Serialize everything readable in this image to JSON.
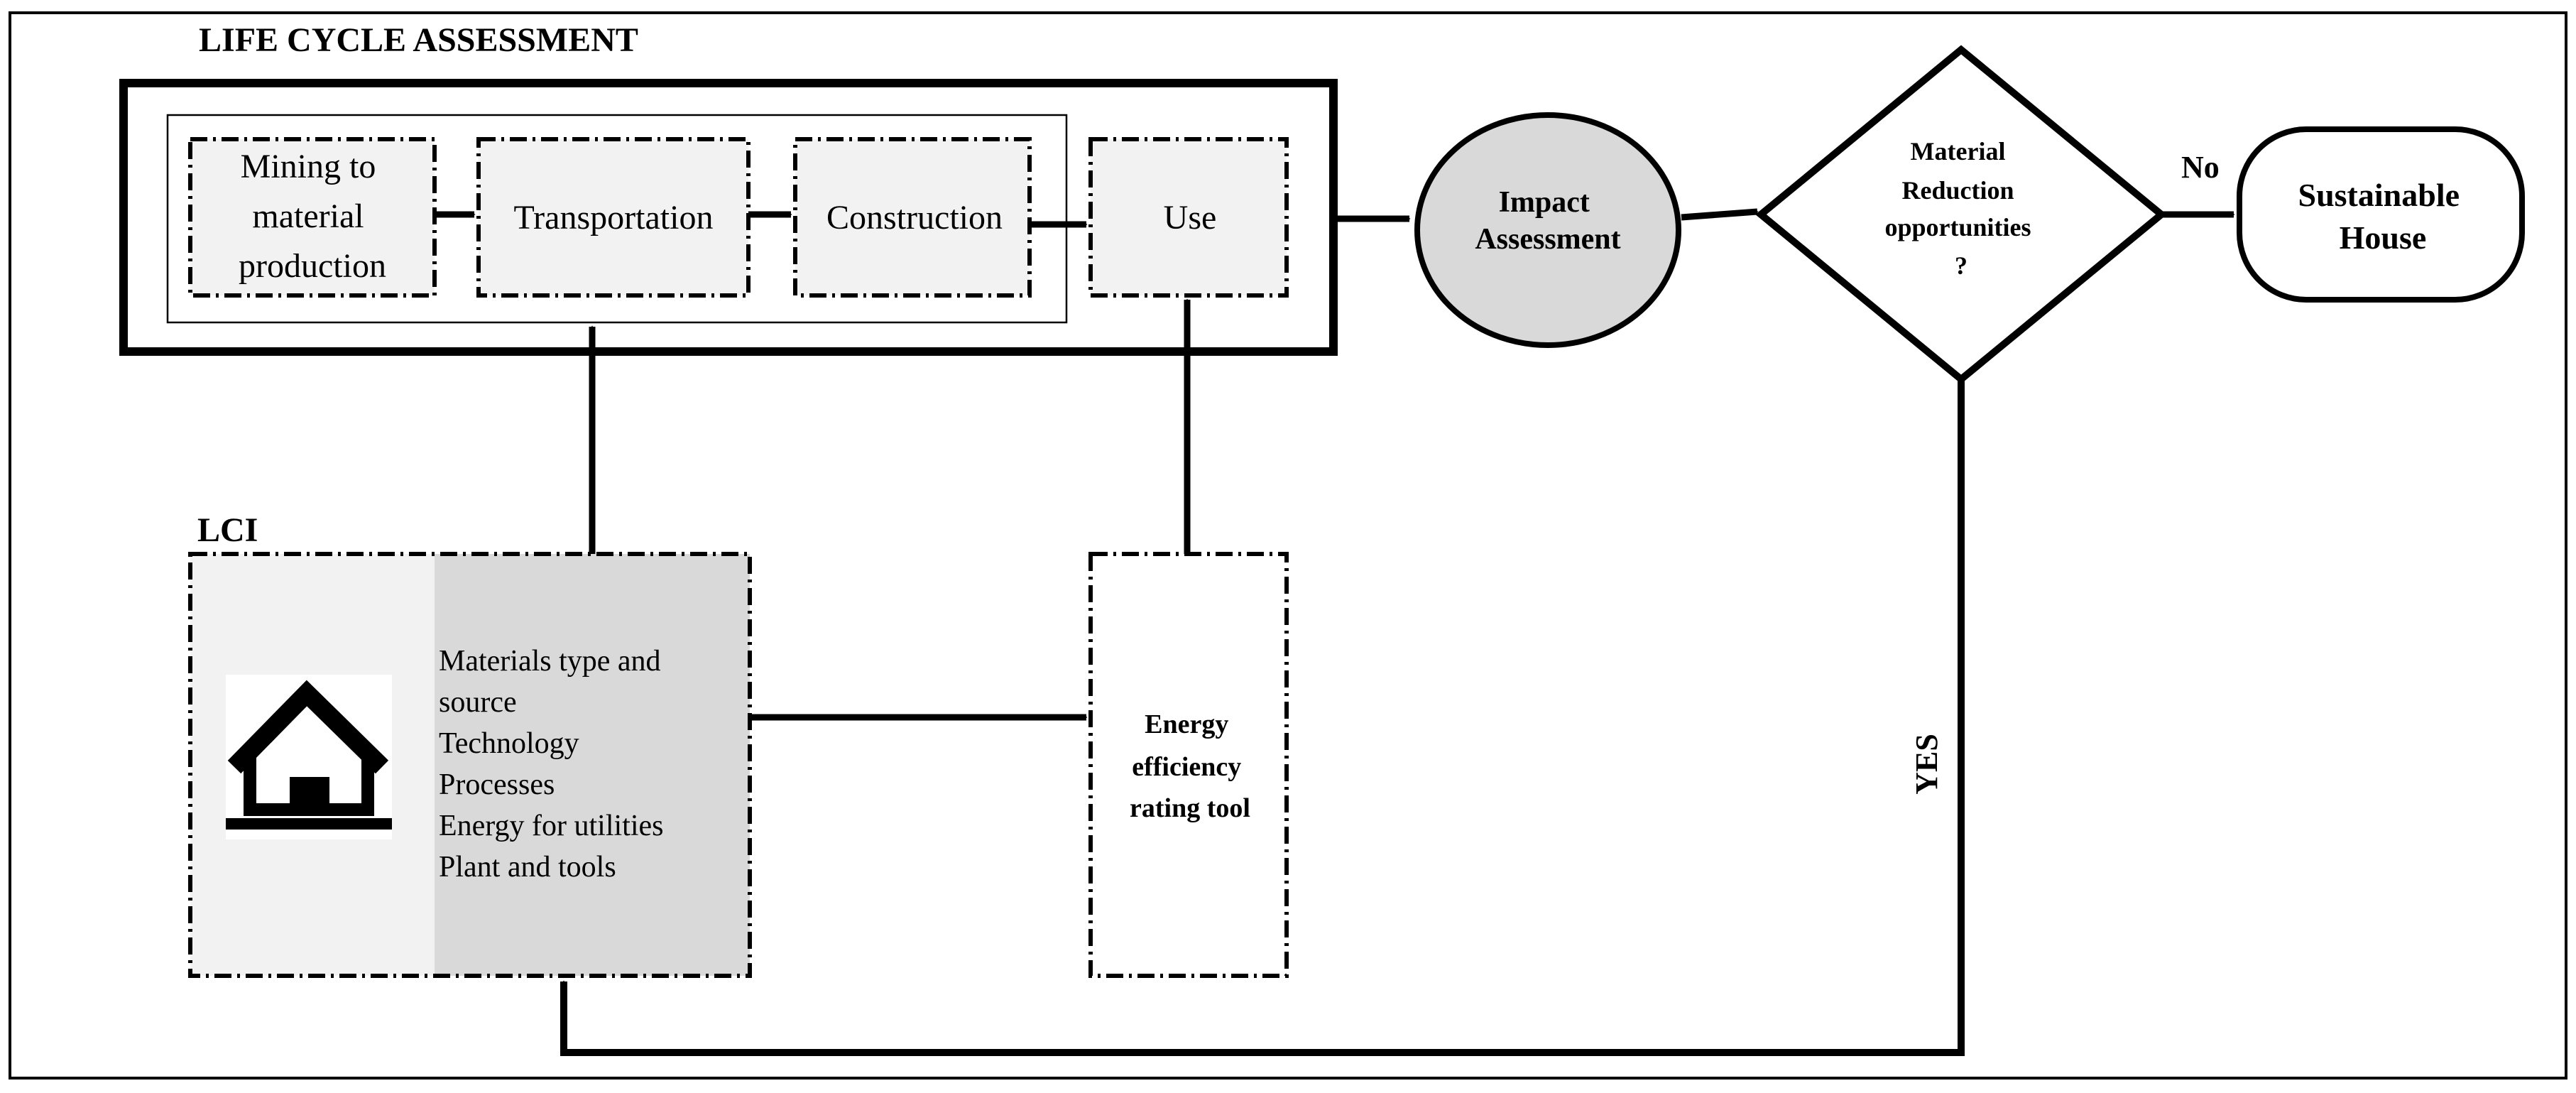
{
  "lca_title": "LIFE CYCLE ASSESSMENT",
  "stages": [
    {
      "lines": [
        "Mining to",
        "material",
        "production"
      ]
    },
    {
      "lines": [
        "Transportation"
      ]
    },
    {
      "lines": [
        "Construction"
      ]
    },
    {
      "lines": [
        "Use"
      ]
    }
  ],
  "impact": {
    "lines": [
      "Impact",
      "Assessment"
    ]
  },
  "decision": {
    "lines": [
      "Material",
      "Reduction",
      "opportunities",
      "?"
    ]
  },
  "no_label": "No",
  "yes_label": "YES",
  "sustainable": {
    "lines": [
      "Sustainable",
      "House"
    ]
  },
  "lci_title": "LCI",
  "lci_items": [
    "Materials type and",
    "source",
    "Technology",
    "Processes",
    "Energy for utilities",
    "Plant and tools"
  ],
  "energy_tool": {
    "lines": [
      "Energy",
      "efficiency",
      "rating tool"
    ]
  },
  "icons": {
    "lci": "house-icon"
  },
  "colors": {
    "stage_fill": "#f2f2f2",
    "impact_fill": "#d9d9d9",
    "lci_left_fill": "#f2f2f2",
    "lci_right_fill": "#d9d9d9",
    "line": "#000000"
  }
}
